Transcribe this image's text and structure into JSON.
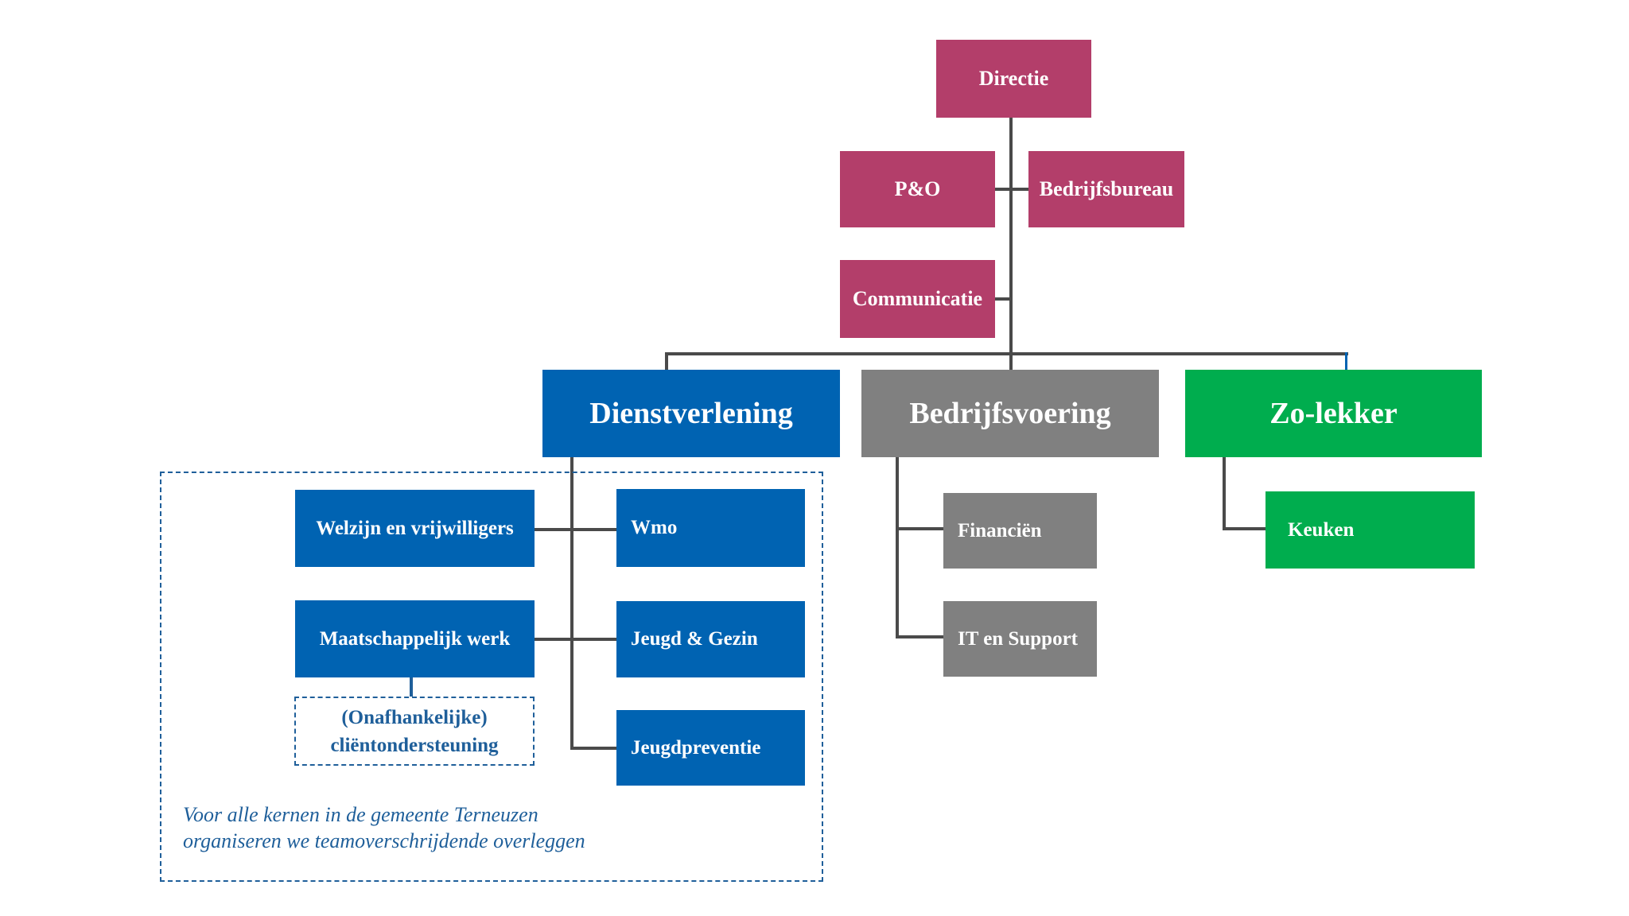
{
  "colors": {
    "management": "#b33e6a",
    "dienstverlening": "#0063b2",
    "bedrijfsvoering": "#808080",
    "zo_lekker": "#00ad4e",
    "lines": "#4a4a4a",
    "dashed": "#1f5f9a"
  },
  "management": {
    "directie": "Directie",
    "po": "P&O",
    "bedrijfsbureau": "Bedrijfsbureau",
    "communicatie": "Communicatie"
  },
  "departments": {
    "dienstverlening": "Dienstverlening",
    "bedrijfsvoering": "Bedrijfsvoering",
    "zo_lekker": "Zo-lekker"
  },
  "dienstverlening_teams": {
    "welzijn": "Welzijn en vrijwilligers",
    "maatschappelijk": "Maatschappelijk werk",
    "client_line1": "(Onafhankelijke)",
    "client_line2": "cliëntondersteuning",
    "wmo": "Wmo",
    "jeugd_gezin": "Jeugd & Gezin",
    "jeugdpreventie": "Jeugdpreventie"
  },
  "bedrijfsvoering_teams": {
    "financien": "Financiën",
    "it": "IT en Support"
  },
  "zo_lekker_teams": {
    "keuken": "Keuken"
  },
  "note": {
    "line1": "Voor alle kernen in de gemeente Terneuzen",
    "line2": "organiseren we teamoverschrijdende overleggen"
  }
}
